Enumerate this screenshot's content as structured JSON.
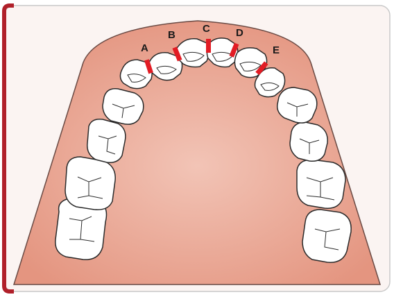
{
  "colors": {
    "frame_border": "#b0202a",
    "frame_background": "#fbf4f2",
    "gum_fill": "#e8a28f",
    "gum_stroke": "#6a4a44",
    "tooth_fill": "#ffffff",
    "tooth_stroke": "#2a2a2a",
    "marker": "#e21c24"
  },
  "labels": {
    "a": "A",
    "b": "B",
    "c": "C",
    "d": "D",
    "e": "E"
  }
}
